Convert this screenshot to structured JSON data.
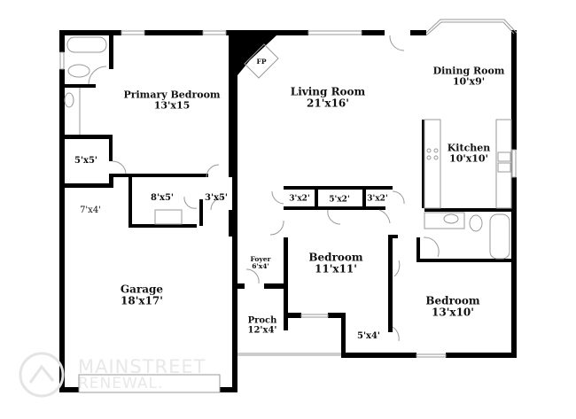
{
  "plan": {
    "rooms": [
      {
        "name": "Primary Bedroom",
        "dims": "13'x15"
      },
      {
        "name": "Living Room",
        "dims": "21'x16'"
      },
      {
        "name": "Dining Room",
        "dims": "10'x9'"
      },
      {
        "name": "Kitchen",
        "dims": "10'x10'"
      },
      {
        "name": "Bedroom",
        "dims": "11'x11'"
      },
      {
        "name": "Bedroom",
        "dims": "13'x10'"
      },
      {
        "name": "Garage",
        "dims": "18'x17'"
      },
      {
        "name": "Foyer",
        "dims": "6'x4'"
      },
      {
        "name": "Proch",
        "dims": "12'x4'"
      }
    ],
    "closets": [
      {
        "dims": "5'x5'"
      },
      {
        "dims": "7'x4'"
      },
      {
        "dims": "8'x5'"
      },
      {
        "dims": "3'x5'"
      },
      {
        "dims": "3'x2'"
      },
      {
        "dims": "5'x2'"
      },
      {
        "dims": "3'x2'"
      },
      {
        "dims": "5'x4'"
      }
    ],
    "fireplace": "FP"
  },
  "watermark": {
    "line1": "MAINSTREET",
    "line2": "RENEWAL."
  },
  "colors": {
    "wall": "#000000",
    "fixture": "#999999",
    "watermark": "#e6e6e6"
  }
}
